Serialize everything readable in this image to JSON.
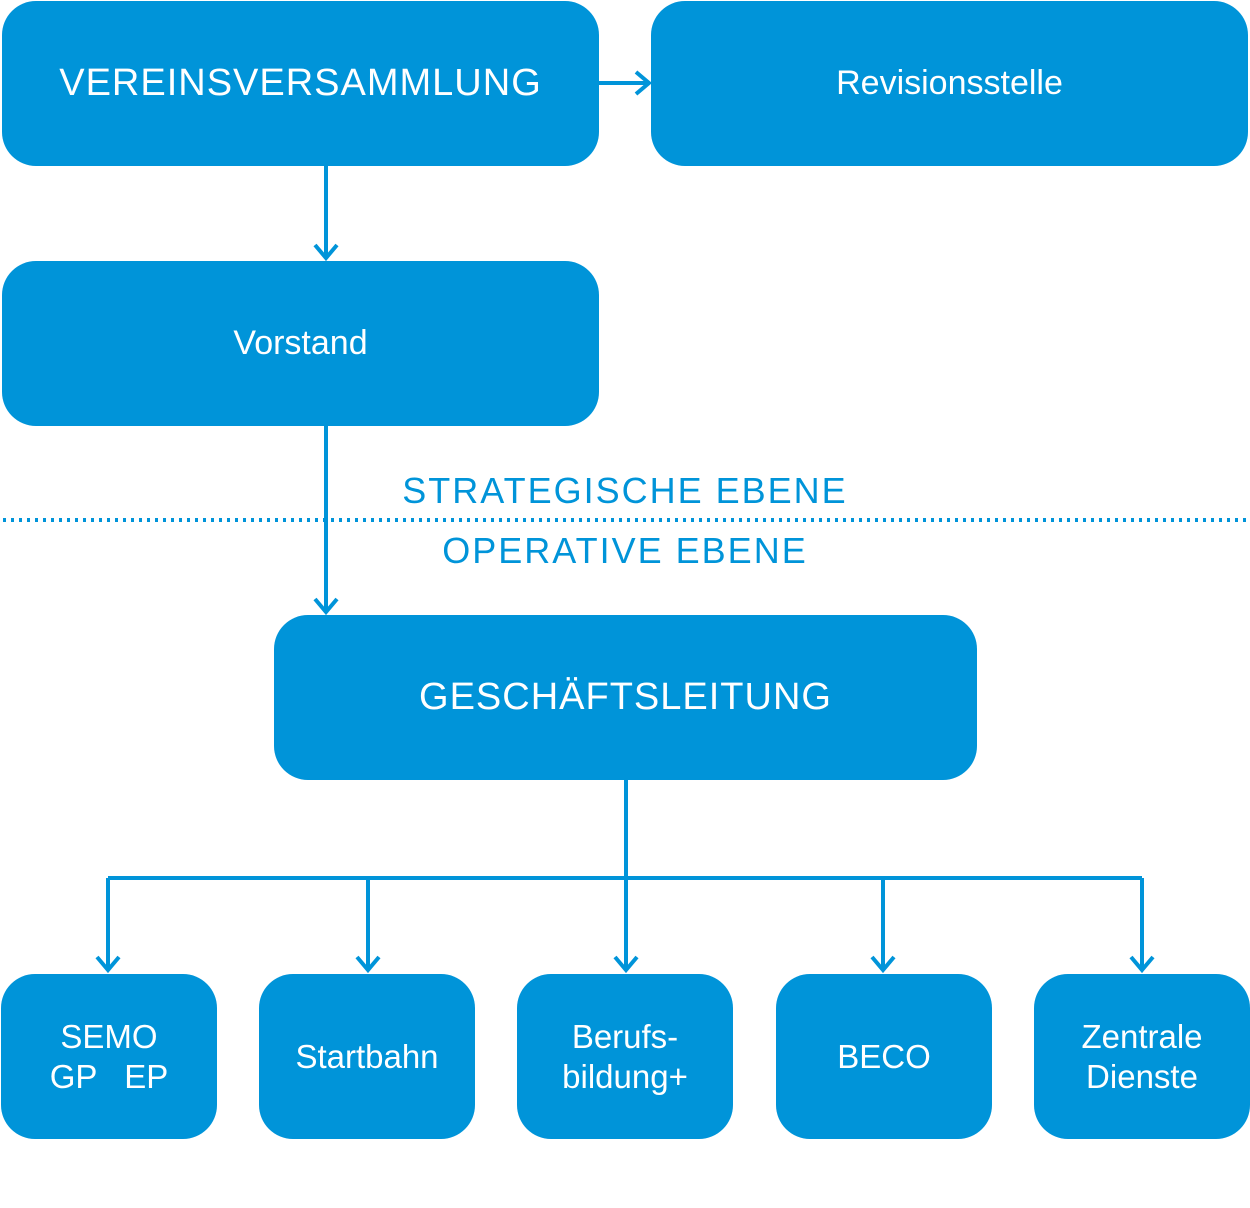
{
  "colors": {
    "accent": "#0094d9",
    "text_on_accent": "#ffffff"
  },
  "top": {
    "vereinsversammlung": "VEREINSVERSAMMLUNG",
    "revisionsstelle": "Revisionsstelle",
    "vorstand": "Vorstand"
  },
  "levels": {
    "strategic": "STRATEGISCHE EBENE",
    "operative": "OPERATIVE EBENE"
  },
  "geschaeftsleitung": "GESCHÄFTSLEITUNG",
  "units": [
    {
      "line1": "SEMO",
      "line2": "GP   EP"
    },
    {
      "line1": "Startbahn",
      "line2": ""
    },
    {
      "line1": "Berufs-",
      "line2": "bildung+"
    },
    {
      "line1": "BECO",
      "line2": ""
    },
    {
      "line1": "Zentrale",
      "line2": "Dienste"
    }
  ]
}
